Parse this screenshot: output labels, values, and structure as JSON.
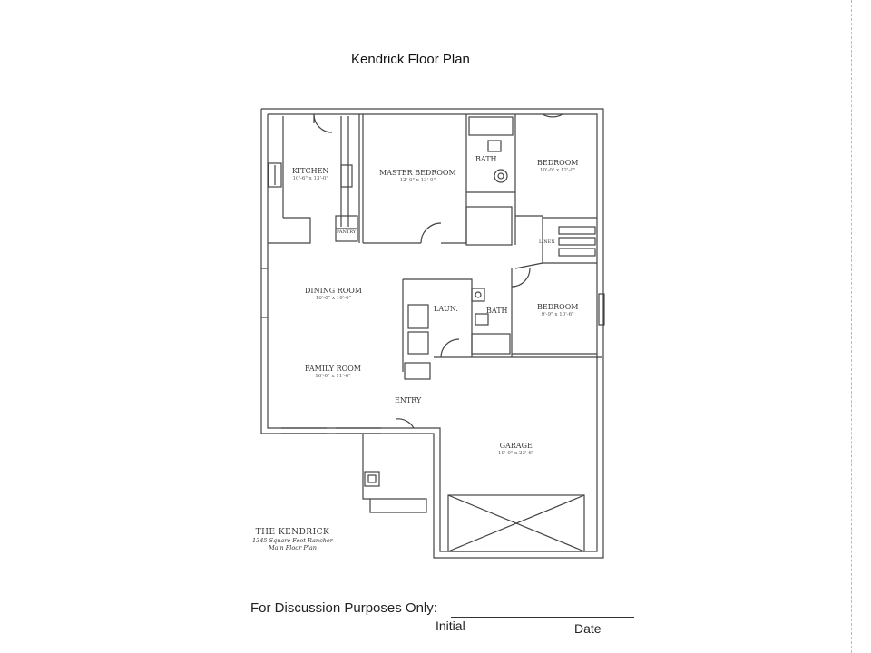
{
  "page": {
    "title": "Kendrick Floor Plan"
  },
  "rooms": {
    "kitchen": {
      "name": "KITCHEN",
      "dim": "10'-6\" x 13'-0\""
    },
    "master_bedroom": {
      "name": "MASTER BEDROOM",
      "dim": "12'-0\" x 13'-0\""
    },
    "bath_upper": {
      "name": "BATH"
    },
    "bedroom_upper": {
      "name": "BEDROOM",
      "dim": "10'-0\" x 12'-0\""
    },
    "linen": {
      "name": "LINEN"
    },
    "pantry": {
      "name": "PANTRY"
    },
    "dining_room": {
      "name": "DINING ROOM",
      "dim": "16'-0\" x 10'-0\""
    },
    "laundry": {
      "name": "LAUN."
    },
    "bath_lower": {
      "name": "BATH"
    },
    "bedroom_lower": {
      "name": "BEDROOM",
      "dim": "9'-9\" x 10'-6\""
    },
    "family_room": {
      "name": "FAMILY ROOM",
      "dim": "16'-0\" x 11'-6\""
    },
    "entry": {
      "name": "ENTRY"
    },
    "garage": {
      "name": "GARAGE",
      "dim": "19'-0\" x 23'-6\""
    }
  },
  "caption": {
    "title": "THE KENDRICK",
    "line1": "1345 Square Foot Rancher",
    "line2": "Main Floor Plan"
  },
  "footer": {
    "disclaimer": "For Discussion Purposes Only:",
    "initial_label": "Initial",
    "date_label": "Date"
  }
}
